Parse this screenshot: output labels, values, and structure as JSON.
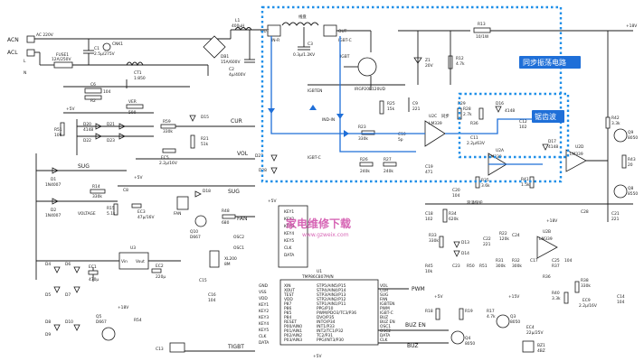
{
  "annotations": {
    "sync_osc": "同步振荡电路",
    "sawtooth": "锯齿波"
  },
  "watermark": {
    "title": "家电维修下载",
    "url": "www.gzweix.com"
  },
  "colors": {
    "highlight": "#1f8fe8",
    "tag_bg": "#1f6fd8",
    "watermark": "#d04aa8"
  },
  "labels": {
    "acn": "ACN",
    "acl": "ACL",
    "ac_in": "AC 220V",
    "pin_l": "L",
    "pin_n": "N",
    "fuse": "FUSE1",
    "fuse_val": "12A/250V",
    "cnk": "CNK1",
    "c1": "C1",
    "c1_val": "2.5μ/275V",
    "ct1": "CT1",
    "ct1_val": "1:850",
    "db1": "DB1",
    "db1_val": "15A/600V",
    "l1": "L1",
    "l1_val": "400μH",
    "c2": "C2",
    "c2_val": "4μ/400V",
    "coil": "线盘",
    "out1": "OUT",
    "out2": "OUT",
    "in_r": "IN-R",
    "igbt_c": "IGBT-C",
    "igbt": "IGBT",
    "c3": "C3",
    "c3_val": "0.3μ/1.2KV",
    "r13": "R13",
    "r13_val": "10/1W",
    "z1": "Z1",
    "z1_val": "20V",
    "r12": "R12",
    "r12_val": "4.7k",
    "igbten": "IGBTEN",
    "igbt_part": "IRGP20B120UD",
    "ind_in": "IND-IN",
    "igbt_c2": "IGBT-C",
    "r25": "R25",
    "r25_val": "15k",
    "r23": "R23",
    "r23_val": "330k",
    "c9": "C9",
    "c9_val": "221",
    "r26": "R26",
    "r27": "R27",
    "r27_val": "240k",
    "r26_val": "240k",
    "c10": "C10",
    "c10_val": "5p",
    "r28": "R28",
    "r28_val": "2.7k",
    "u2c": "U2C",
    "sync": "同步",
    "lm339a": "LM339",
    "r36": "R36",
    "r36_val": "2.7k",
    "d16": "D16",
    "d16_val": "4148",
    "r29": "R29",
    "r29_val": "10k",
    "c12": "C12",
    "c12_val": "102",
    "c11": "C11",
    "c11_val": "2.2μ/63V",
    "c19": "C19",
    "c19_val": "471",
    "d17": "D17",
    "d17_val": "4148",
    "u2a": "U2A",
    "lm339b": "LM339",
    "r35": "R35",
    "r35_val": "3.6k",
    "r41": "R41",
    "r41_val": "1.5k",
    "c20": "C20",
    "c20_val": "104",
    "surge": "浪涌保护",
    "u2d": "U2D",
    "lm339c": "LM339",
    "r42": "R42",
    "r42_val": "3.3k",
    "q9": "Q9",
    "q9_val": "8050",
    "r43": "R43",
    "r43_val": "20",
    "q8": "Q8",
    "q8_val": "8550",
    "c21": "C21",
    "c21_val": "221",
    "p18": "+18V",
    "p5a": "+5V",
    "p5b": "+5V",
    "p5c": "+5V",
    "p5d": "+5V",
    "p18b": "+18V",
    "p18c": "+18V",
    "c6": "C6",
    "c6_val": "104",
    "r2": "R2",
    "r2_val": "200",
    "ver": "VER",
    "ver_val": "500",
    "r51": "R51",
    "r51_val": "10k",
    "d20": "D20",
    "d21": "D21",
    "d22": "D22",
    "d23": "D23",
    "d4148": "4148",
    "r59": "R59",
    "r59_val": "330k",
    "d15": "D15",
    "r21": "R21",
    "r21_val": "51k",
    "cur": "CUR",
    "ec5": "EC5",
    "ec5_val": "2.2μ/16V",
    "vol": "VOL",
    "d27": "D27",
    "d28": "D28",
    "d1": "D1",
    "d2": "D2",
    "d_1n4007": "1N4007",
    "sug": "SUG",
    "sug2": "SUG",
    "r14": "R14",
    "r14_val": "330k",
    "r15": "R15",
    "r15_val": "5.1k",
    "voltage": "VOLTAGE",
    "c8": "C8",
    "ec3": "EC3",
    "ec3_val": "47μ/16V",
    "d18": "D18",
    "fan": "FAN",
    "fan2": "FAN",
    "r48": "R48",
    "r48_val": "680",
    "q10": "Q10",
    "q10_val": "D667",
    "u1": "U1",
    "u1_part": "TMP86C807M/N",
    "key1": "KEY1",
    "key2": "KEY2",
    "key3": "KEY3",
    "key4": "KEY4",
    "key5": "KEY5",
    "clk": "CLK",
    "data": "DATA",
    "osc1": "OSC1",
    "osc2": "OSC2",
    "xtal": "XL200",
    "xtal_val": "8M",
    "c15": "C15",
    "c16": "C16",
    "c16_val": "104",
    "c13": "C13",
    "pwm": "PWM",
    "u3": "U3",
    "vin": "Vin",
    "vout": "Vout",
    "ec1": "EC1",
    "ec1_val": "470μ",
    "ec2": "EC2",
    "ec2_val": "220μ",
    "d3": "D3",
    "d4": "D4",
    "d5": "D5",
    "d6": "D6",
    "d7": "D7",
    "d8": "D8",
    "d9": "D9",
    "d10": "D10",
    "q5": "Q5",
    "q5_val": "D667",
    "r54": "R54",
    "c18": "C18",
    "c18_val": "102",
    "r34": "R34",
    "r34_val": "620k",
    "r33": "R33",
    "r33_val": "330k",
    "d13": "D13",
    "d14": "D14",
    "c22": "C22",
    "c22_val": "221",
    "r22": "R22",
    "r22_val": "120k",
    "r45": "R45",
    "r45_val": "10k",
    "c23": "C23",
    "r50": "R50",
    "r51b": "R51",
    "r31": "R31",
    "r31_val": "300k",
    "r32": "R32",
    "r32_val": "300k",
    "c24": "C24",
    "u2b": "U2B",
    "lm339d": "LM339",
    "c28": "C28",
    "r36b": "R36",
    "c17": "C17",
    "r37": "R37",
    "c25": "C25",
    "c25_val": "104",
    "r38": "R38",
    "r38_val": "330k",
    "r40": "R40",
    "r40_val": "3.3k",
    "ec9": "EC9",
    "ec9_val": "2.2μ/16V",
    "c14": "C14",
    "c14_val": "104",
    "q3": "Q3",
    "q3_val": "8050",
    "q4": "Q4",
    "q4_val": "8050",
    "r17": "R17",
    "r17_val": "4.7k",
    "r18": "R18",
    "r19": "R19",
    "ec4": "EC4",
    "ec4_val": "22μ/25V",
    "bz1": "BZ1",
    "bz1_val": "4BZ",
    "buz_en": "BUZ EN",
    "buz": "BUZ",
    "tigbt": "TIGBT",
    "p15": "+15V",
    "u1_pins_left": [
      "GND",
      "VSS",
      "VDD",
      "KEY1",
      "KEY2",
      "KEY3",
      "KEY4",
      "KEY5",
      "CLK",
      "DATA"
    ],
    "u1_pins_mid_l": [
      "XIN",
      "XOUT",
      "TEST",
      "VDD",
      "P87",
      "P86",
      "P85",
      "P84",
      "RESET",
      "P00/AIN0",
      "P01/AIN1",
      "P02/AIN2",
      "P03/AIN3"
    ],
    "u1_pins_mid_r": [
      "STP5/AIN5/P15",
      "STP4/AIN4/P14",
      "STP3/AIN3/P13",
      "STP2/AIN2/P12",
      "STP1/AIN1/P11",
      "PPG/P10",
      "PWM/PDO3/TC3/P36",
      "DVO/P35",
      "INTO/P34",
      "INT1/P33",
      "INT2/TC1/P32",
      "TC2/P31",
      "PPG/INT3/P30"
    ],
    "u1_pins_right": [
      "VOL",
      "CUR",
      "SUG",
      "FAN",
      "IGBTEN",
      "PWM",
      "IGBT-C",
      "BUZ",
      "BUZ EN",
      "OSC1",
      "OSC2",
      "DATA",
      "CLK"
    ]
  }
}
